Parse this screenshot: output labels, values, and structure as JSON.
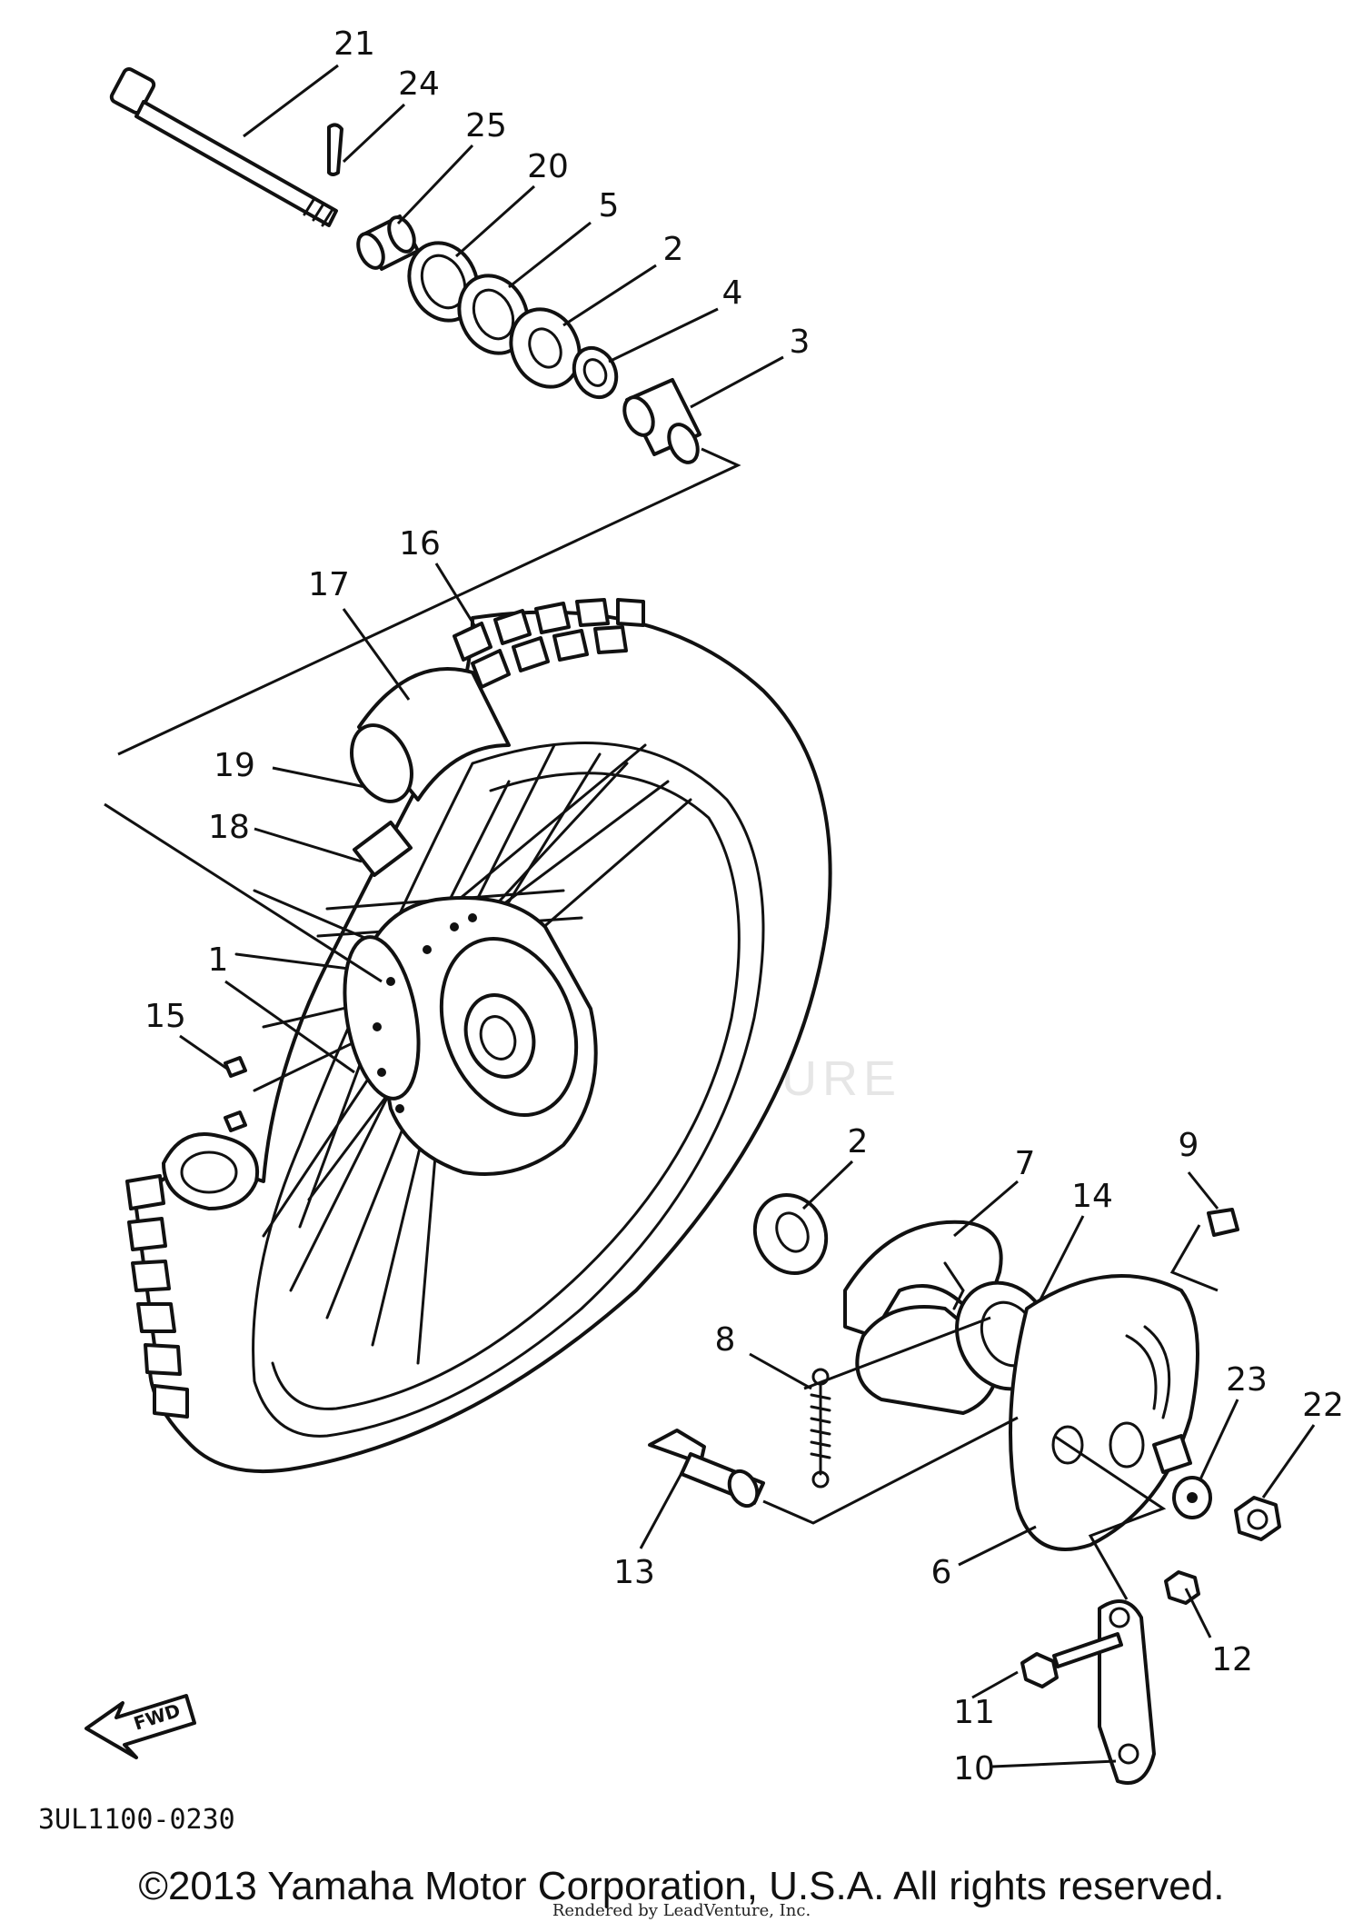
{
  "diagram_code": "3UL1100-0230",
  "fwd_label": "FWD",
  "watermark": "ADVENTURE",
  "copyright": "©2013 Yamaha Motor Corporation, U.S.A. All rights reserved.",
  "rendered_by": "Rendered by LeadVenture, Inc.",
  "callouts": [
    {
      "id": "c21",
      "label": "21"
    },
    {
      "id": "c24",
      "label": "24"
    },
    {
      "id": "c25",
      "label": "25"
    },
    {
      "id": "c20",
      "label": "20"
    },
    {
      "id": "c5",
      "label": "5"
    },
    {
      "id": "c2a",
      "label": "2"
    },
    {
      "id": "c4",
      "label": "4"
    },
    {
      "id": "c3",
      "label": "3"
    },
    {
      "id": "c16",
      "label": "16"
    },
    {
      "id": "c17",
      "label": "17"
    },
    {
      "id": "c19",
      "label": "19"
    },
    {
      "id": "c18",
      "label": "18"
    },
    {
      "id": "c1",
      "label": "1"
    },
    {
      "id": "c15",
      "label": "15"
    },
    {
      "id": "c2b",
      "label": "2"
    },
    {
      "id": "c7",
      "label": "7"
    },
    {
      "id": "c14",
      "label": "14"
    },
    {
      "id": "c9",
      "label": "9"
    },
    {
      "id": "c8",
      "label": "8"
    },
    {
      "id": "c23",
      "label": "23"
    },
    {
      "id": "c22",
      "label": "22"
    },
    {
      "id": "c13",
      "label": "13"
    },
    {
      "id": "c6",
      "label": "6"
    },
    {
      "id": "c12",
      "label": "12"
    },
    {
      "id": "c11",
      "label": "11"
    },
    {
      "id": "c10",
      "label": "10"
    }
  ]
}
